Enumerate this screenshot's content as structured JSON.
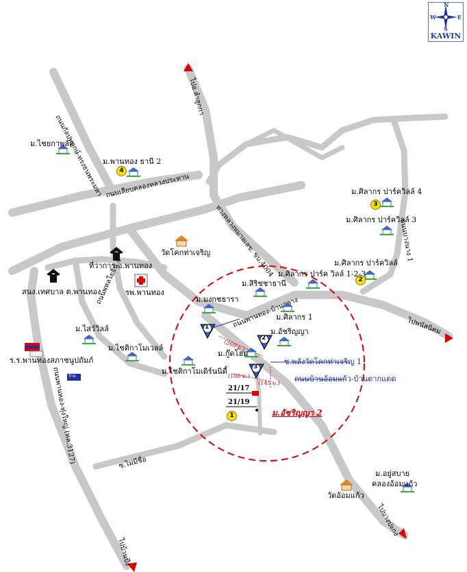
{
  "compass": {
    "n": "N",
    "s": "S",
    "e": "E",
    "w": "W",
    "brand": "KAWIN"
  },
  "roads": {
    "top_north": "ไปอ.ลำลูกกา",
    "road_tl": "ถนนกัลปพฤกษ์-ทรงธนพระมหา",
    "road_klong": "ถนนเลียบคลองหลวงประทาน",
    "road_4004": "ทางหลวงหมายเลข. ขบ.4004",
    "road_pk4": "ถนนพหลโยธิน 4",
    "road_left_vertical": "ถนนพานทอง-ทุ่งใหญ่ (ทล.3127)",
    "road_phanthong": "ถนนพานทอง-บ้านกลาง",
    "road_right_top": "ถนนบางนาง 1",
    "to_phanat": "ไปพนัสนิคม",
    "to_bangpakong": "ไปบางปะกง",
    "to_bottom_left": "ไปบ้านบึง",
    "soi_bottom_left": "ซ.ไม่มีชื่อ",
    "soi_pluang": "ซ.พลังวัดโคกท่าเจริญ 1",
    "road_bankhlong": "ถนนบ้านอ้อมแก้ว-บ้านตากแดด"
  },
  "places": {
    "chaikphaphak": "ม.ไชยกาพลัส",
    "phanthong_thani2": "ม.พานทอง ธานี 2",
    "silakorn4": "ม.ศิลากร ปาร์ควิลล์ 4",
    "silakorn3": "ม.ศิลากร ปาร์ควิลล์ 3",
    "silakorn_b": "ม.ศิลากร ปาร์ควิลล์",
    "silakorn123": "ม.ศิลากร ปาร์ค วิลล์ 1-2-3",
    "wat_khok": "วัดโคกท่าเจริญ",
    "district_office": "ที่ว่าการ อ.พานทอง",
    "municipal": "สนง.เทศบาล ต.พานทอง",
    "hospital": "รพ.พานทอง",
    "sirichachani": "ม.สิริชชาธานี",
    "silakorn1": "ม.ศิลากร 1",
    "mongkhon": "ม.มงกชธารา",
    "atchariya": "ม.อัชริญญา",
    "saiwil": "ม.ไสว์วิลล์",
    "chaikri_mowell": "ม.ไชติกาโมเวลล์",
    "school": "ร.ร.พานทองสภาชนูปถัมภ์",
    "kukhom": "ม.กู๊ดโฮม",
    "chaikri_modern": "ม.ไชติกาโมเดิร์นนิดี้",
    "atchariya2": "ม.อัชริญญา 2",
    "wat_om": "วัดอ้อมแก้ว",
    "yusabai": "ม.อยู่สบาย",
    "khlongom": "คลองอ้อมแก้ว"
  },
  "numbers": {
    "n1": "1",
    "n2": "2",
    "n3": "3",
    "n4": "4"
  },
  "distances": {
    "d260": "(260 ม.)",
    "d100": "(100 ม.)",
    "d145": "(145 ม.)"
  },
  "soi_numbers": {
    "s2117": "21/17",
    "s2119": "21/19"
  },
  "sign_text": "ป้าย"
}
